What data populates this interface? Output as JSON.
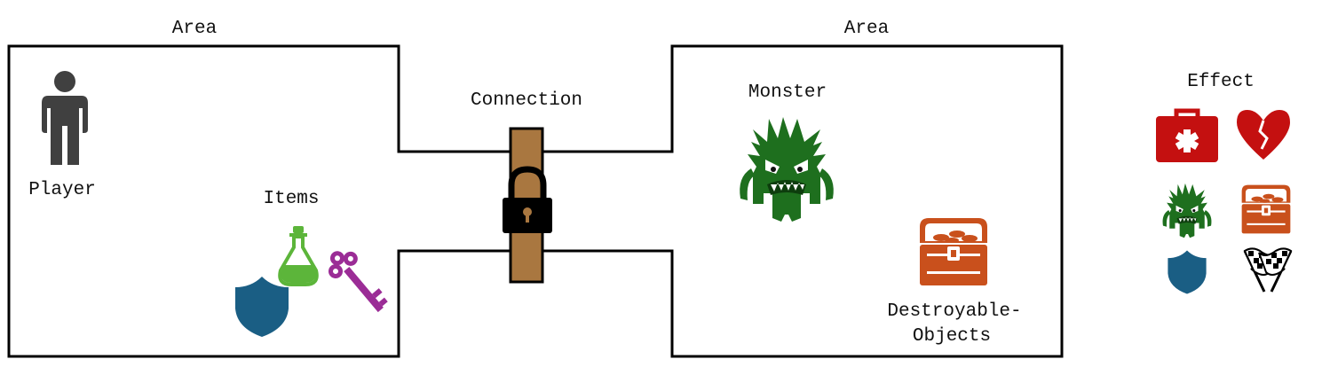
{
  "areas": [
    {
      "label": "Area"
    },
    {
      "label": "Area"
    }
  ],
  "labels": {
    "player": "Player",
    "items": "Items",
    "connection": "Connection",
    "monster": "Monster",
    "destroyable_line1": "Destroyable-",
    "destroyable_line2": "Objects",
    "effect": "Effect"
  },
  "icons": {
    "player": "person-icon",
    "items": [
      "shield-icon",
      "potion-icon",
      "key-icon"
    ],
    "connection": [
      "door-icon",
      "padlock-icon"
    ],
    "monster": "monster-icon",
    "destroyable": "treasure-chest-icon",
    "effects": [
      "medkit-icon",
      "broken-heart-icon",
      "monster-icon",
      "treasure-chest-icon",
      "shield-icon",
      "checkered-flags-icon"
    ]
  },
  "colors": {
    "outline": "#000000",
    "person": "#404040",
    "shield": "#1a5e84",
    "potion": "#5cb53a",
    "key": "#9b2c96",
    "door": "#a97740",
    "monster": "#1e6f1e",
    "chest": "#c9501c",
    "medkit": "#c41010",
    "heart": "#c41010"
  }
}
